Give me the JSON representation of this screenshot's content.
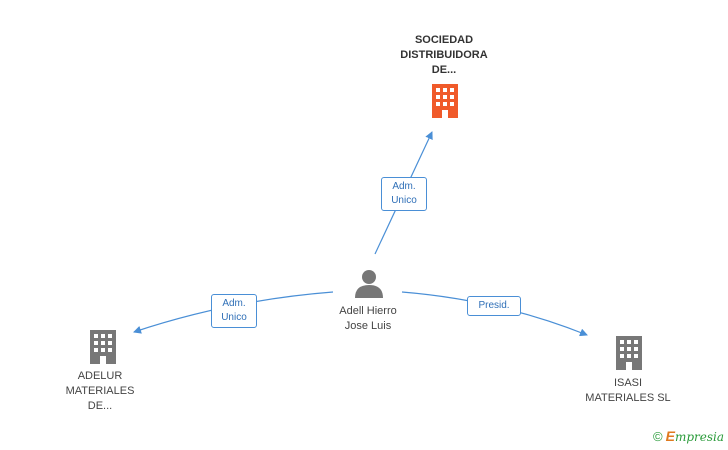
{
  "nodes": {
    "center": {
      "name": "Adell Hierro\nJose Luis",
      "type": "person-icon"
    },
    "top": {
      "name": "SOCIEDAD\nDISTRIBUIDORA\nDE...",
      "type": "building-icon",
      "color": "#f05a2a"
    },
    "left": {
      "name": "ADELUR\nMATERIALES\nDE...",
      "type": "building-icon",
      "color": "#777777"
    },
    "right": {
      "name": "ISASI\nMATERIALES SL",
      "type": "building-icon",
      "color": "#777777"
    }
  },
  "edges": {
    "top": {
      "label": "Adm.\nUnico"
    },
    "left": {
      "label": "Adm.\nUnico"
    },
    "right": {
      "label": "Presid."
    }
  },
  "colors": {
    "edge": "#4a8fd6",
    "person": "#777777"
  },
  "watermark": {
    "copyright": "©",
    "brand_e": "E",
    "brand_rest": "mpresia"
  }
}
